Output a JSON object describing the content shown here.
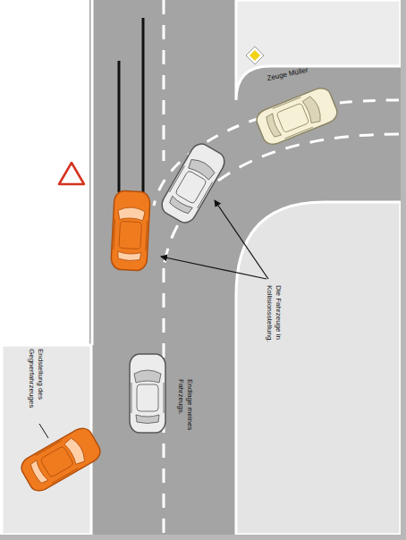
{
  "diagram": {
    "labels": [
      "Zeuge Müller",
      "Die Fahrzeuge in Kollisionsstellung.",
      "Endlage meines Fahrzeugs.",
      "Endstellung des Gegnerfahrzeuges"
    ]
  }
}
